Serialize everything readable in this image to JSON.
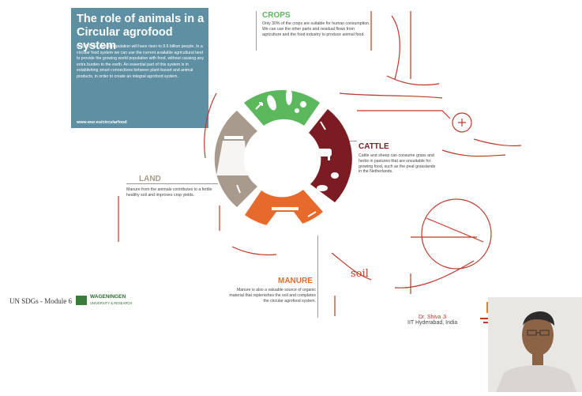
{
  "title": "The role of animals in a Circular agrofood system",
  "intro": "In 2050, the global population will have risen to 9.5 billion people. In a circular food system we can use the current available agricultural land to provide the growing world population with food, without causing any extra burden to the earth. An essential part of this system is in establishing smart connections between plant-based and animal products, in order to create an integral agrofood system.",
  "url": "www.wur.eu/circularfood",
  "crops": {
    "label": "CROPS",
    "text": "Only 30% of the crops are suitable for human consumption. We can use the other parts and residual flows from agriculture and the food industry to produce animal food.",
    "color": "#5cb85c"
  },
  "cattle": {
    "label": "CATTLE",
    "text": "Cattle and sheep can consume grass and herbs in pastures that are unsuitable for growing food, such as the peat grasslands in the Netherlands.",
    "color": "#7b1c22"
  },
  "manure": {
    "label": "MANURE",
    "text": "Manure is also a valuable source of organic material that replenishes the soil and completes the circular agrofood system.",
    "color": "#e8692c"
  },
  "land": {
    "label": "LAND",
    "text": "Manure from the animals contributes to a fertile healthy soil and improves crop yields.",
    "color": "#a89a8c"
  },
  "logo": {
    "name": "WAGENINGEN",
    "sub": "UNIVERSITY & RESEARCH"
  },
  "footer": {
    "course": "UN SDGs - Module 6"
  },
  "presenter": {
    "name": "Dr. Shiva Ji",
    "institute": "IIT Hyderabad, India"
  },
  "annotation": {
    "soil": "soil"
  },
  "icons": [
    "leaf-icon",
    "corn-icon",
    "cow-icon",
    "pig-icon",
    "chicken-icon",
    "field-icon",
    "spreader-icon",
    "arrow-icon"
  ]
}
